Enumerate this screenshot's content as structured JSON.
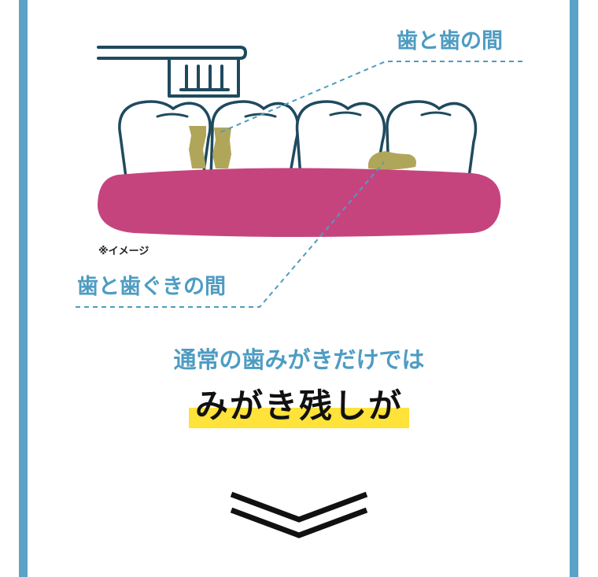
{
  "colors": {
    "frame": "#5aa3c7",
    "accent_blue": "#4e9cc2",
    "gum": "#c6447e",
    "tooth_outline": "#1f4a5e",
    "plaque": "#b0a65a",
    "highlight": "#ffe23a",
    "dark": "#111111"
  },
  "labels": {
    "between_teeth": "歯と歯の間",
    "between_teeth_gum": "歯と歯ぐきの間",
    "image_note": "※イメージ"
  },
  "text": {
    "lead": "通常の歯みがきだけでは",
    "headline": "みがき残しが"
  },
  "icons": {
    "toothbrush": "toothbrush-icon",
    "teeth": "teeth-illustration",
    "down": "double-chevron-down-icon"
  }
}
